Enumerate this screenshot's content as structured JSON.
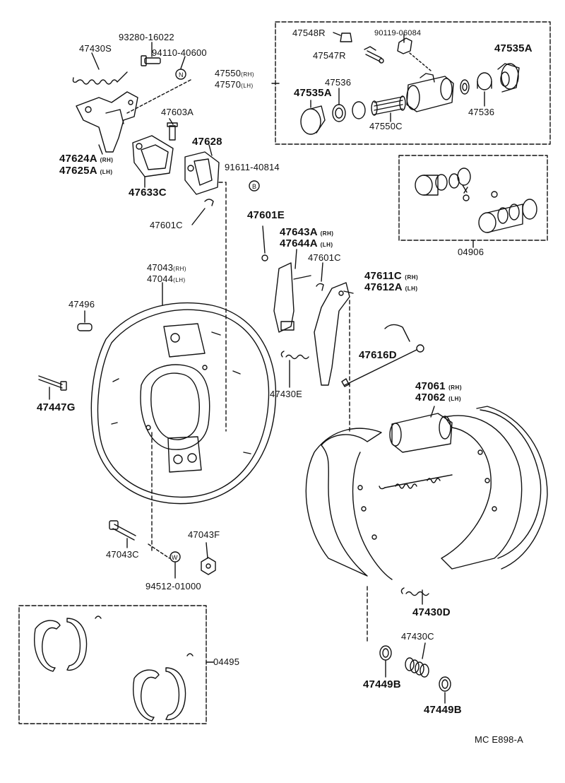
{
  "diagram": {
    "caption": "MC  E898-A",
    "assembly_boxes": [
      {
        "id": "box_wheel_cylinder",
        "ref": ""
      },
      {
        "id": "box_04906",
        "ref": "04906"
      },
      {
        "id": "box_04495",
        "ref": "04495"
      }
    ],
    "callouts": {
      "c93280_16022": "93280-16022",
      "c47430S": "47430S",
      "c94110_40600": "94110-40600",
      "c47603A": "47603A",
      "c47624A": "47624A",
      "c47624A_side": "(RH)",
      "c47625A": "47625A",
      "c47625A_side": "(LH)",
      "c47628": "47628",
      "c91611_40814": "91611-40814",
      "c47633C": "47633C",
      "c47601C_a": "47601C",
      "c47548R": "47548R",
      "c90119_06084": "90119-06084",
      "c47547R": "47547R",
      "c47535A_a": "47535A",
      "c47550": "47550",
      "c47550_side": "(RH)",
      "c47570": "47570",
      "c47570_side": "(LH)",
      "c47536_a": "47536",
      "c47535A_b": "47535A",
      "c47550C": "47550C",
      "c47536_b": "47536",
      "c04906": "04906",
      "c47601E": "47601E",
      "c47643A": "47643A",
      "c47643A_side": "(RH)",
      "c47644A": "47644A",
      "c47644A_side": "(LH)",
      "c47601C_b": "47601C",
      "c47043": "47043",
      "c47043_side": "(RH)",
      "c47044": "47044",
      "c47044_side": "(LH)",
      "c47496": "47496",
      "c47611C": "47611C",
      "c47611C_side": "(RH)",
      "c47612A": "47612A",
      "c47612A_side": "(LH)",
      "c47616D": "47616D",
      "c47430E": "47430E",
      "c47447G": "47447G",
      "c47061": "47061",
      "c47061_side": "(RH)",
      "c47062": "47062",
      "c47062_side": "(LH)",
      "c47043F": "47043F",
      "c47043C": "47043C",
      "c94512_01000": "94512-01000",
      "c47430D": "47430D",
      "c04495": "04495",
      "c47430C": "47430C",
      "c47449B_a": "47449B",
      "c47449B_b": "47449B"
    }
  }
}
